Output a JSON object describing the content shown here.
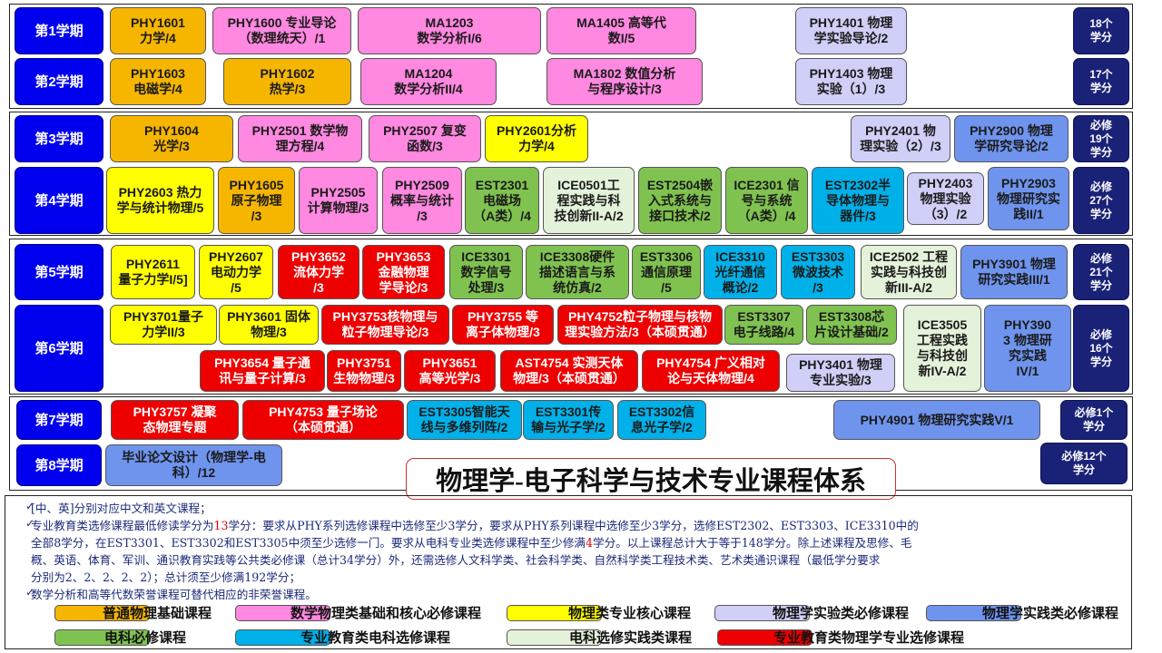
{
  "colors": {
    "orange": "#f6b600",
    "pink": "#ff88e0",
    "yellow": "#ffff00",
    "lavender": "#cfcff7",
    "blue": "#6f94ee",
    "green": "#80c250",
    "cyan": "#00b0e8",
    "pale": "#e4f2da",
    "red": "#ee0000",
    "semester": "#0000ee",
    "credit": "#1a2278"
  },
  "semesters": [
    "第1学期",
    "第2学期",
    "第3学期",
    "第4学期",
    "第5学期",
    "第6学期",
    "第7学期",
    "第8学期"
  ],
  "credits": [
    "18个\n学分",
    "17个\n学分",
    "必修\n19个\n学分",
    "必修\n27个\n学分",
    "必修\n21个\n学分",
    "必修\n16个\n学分",
    "必修1个\n学分",
    "必修12个\n学分"
  ],
  "courses": [
    "PHY1601\n力学/4",
    "PHY1600 专业导论\n（数理统天）/1",
    "MA1203\n数学分析I/6",
    "MA1405 高等代\n数I/5",
    "PHY1401 物理\n学实验导论/2",
    "PHY1603\n电磁学/4",
    "PHY1602\n热学/3",
    "MA1204\n数学分析II/4",
    "MA1802 数值分析\n与程序设计/3",
    "PHY1403 物理\n实验（1）/3",
    "PHY1604\n光学/3",
    "PHY2501 数学物\n理方程/4",
    "PHY2507 复变\n函数/3",
    "PHY2601分析\n力学/4",
    "PHY2401 物\n理实验（2）/3",
    "PHY2900 物理\n学研究导论/2",
    "PHY2603 热力\n学与统计物理/5",
    "PHY1605\n原子物理\n/3",
    "PHY2505\n计算物理/3",
    "PHY2509\n概率与统计\n/3",
    "EST2301\n电磁场\n（A类）/4",
    "ICE0501工\n程实践与科\n技创新II-A/2",
    "EST2504嵌\n入式系统与\n接口技术/2",
    "ICE2301 信\n号与系统\n（A类）/4",
    "EST2302半\n导体物理与\n器件/3",
    "PHY2403\n物理实验\n（3）/2",
    "PHY2903\n物理研究实\n践II/1",
    "PHY2611\n量子力学I/5]",
    "PHY2607\n电动力学\n/5",
    "PHY3652\n流体力学\n/3",
    "PHY3653\n金融物理\n学导论/3",
    "ICE3301\n数字信号\n处理/3",
    "ICE3308硬件\n描述语言与系\n统仿真/2",
    "EST3306\n通信原理\n/5",
    "ICE3310\n光纤通信\n概论/2",
    "EST3303\n微波技术\n/3",
    "ICE2502 工程\n实践与科技创\n新III-A/2",
    "PHY3901 物理\n研究实践III/1",
    "PHY3701量子\n力学II/3",
    "PHY3601 固体\n物理/3",
    "PHY3753核物理与\n粒子物理导论/3",
    "PHY3755 等\n离子体物理/3",
    "PHY4752粒子物理与核物\n理实验方法/3（本硕贯通）",
    "EST3307\n电子线路/4",
    "EST3308芯\n片设计基础/2",
    "ICE3505\n工程实践\n与科技创\n新IV-A/2",
    "PHY390\n3 物理研\n究实践\nIV/1",
    "PHY3654 量子通\n讯与量子计算/3",
    "PHY3751\n生物物理/3",
    "PHY3651\n高等光学/3",
    "AST4754 实测天体\n物理/3（本硕贯通）",
    "PHY4754 广义相对\n论与天体物理/4",
    "PHY3401 物理\n专业实验/3",
    "PHY3757 凝聚\n态物理专题",
    "PHY4753 量子场论\n（本硕贯通）",
    "EST3305智能天\n线与多维列阵/2",
    "EST3301传\n输与光子学/2",
    "EST3302信\n息光子学/2",
    "PHY4901 物理研究实践V/1",
    "毕业论文设计（物理学-电\n科）/12"
  ],
  "title": "物理学-电子科学与技术专业课程体系",
  "notes": {
    "check": "✓",
    "n1": "[中、英]分别对应中文和英文课程；",
    "n2a": "专业教育类选修课程最低修读学分为",
    "n2_min": "13",
    "n2b": "学分：要求从PHY系列选修课程中选修至少3学分，要求从PHY系列课程中选修至少3学分，选修EST2302、EST3303、ICE3310中的",
    "n2c": "全部8学分，在EST3301、EST3302和EST3305中须至少选修一门。要求从电科专业类选修课程中至少修满",
    "n2_req": "4",
    "n2d": "学分。以上课程总计大于等于148学分。除上述课程及思修、毛",
    "n2e": "概、英语、体育、军训、通识教育实践等公共类必修课（总计34学分）外，还需选修人文科学类、社会科学类、自然科学类工程技术类、艺术类通识课程（最低学分要求",
    "n2f": "分别为2、2、2、2、2）；总计须至少修满192学分；",
    "n3": "数学分析和高等代数荣誉课程可替代相应的非荣誉课程。"
  },
  "legend": [
    "普通物理基础课程",
    "数学物理类基础和核心必修课程",
    "物理类专业核心课程",
    "物理学实验类必修课程",
    "物理学实践类必修课程",
    "电科必修课程",
    "专业教育类电科选修课程",
    "电科选修实践类课程",
    "专业教育类物理学专业选修课程"
  ]
}
